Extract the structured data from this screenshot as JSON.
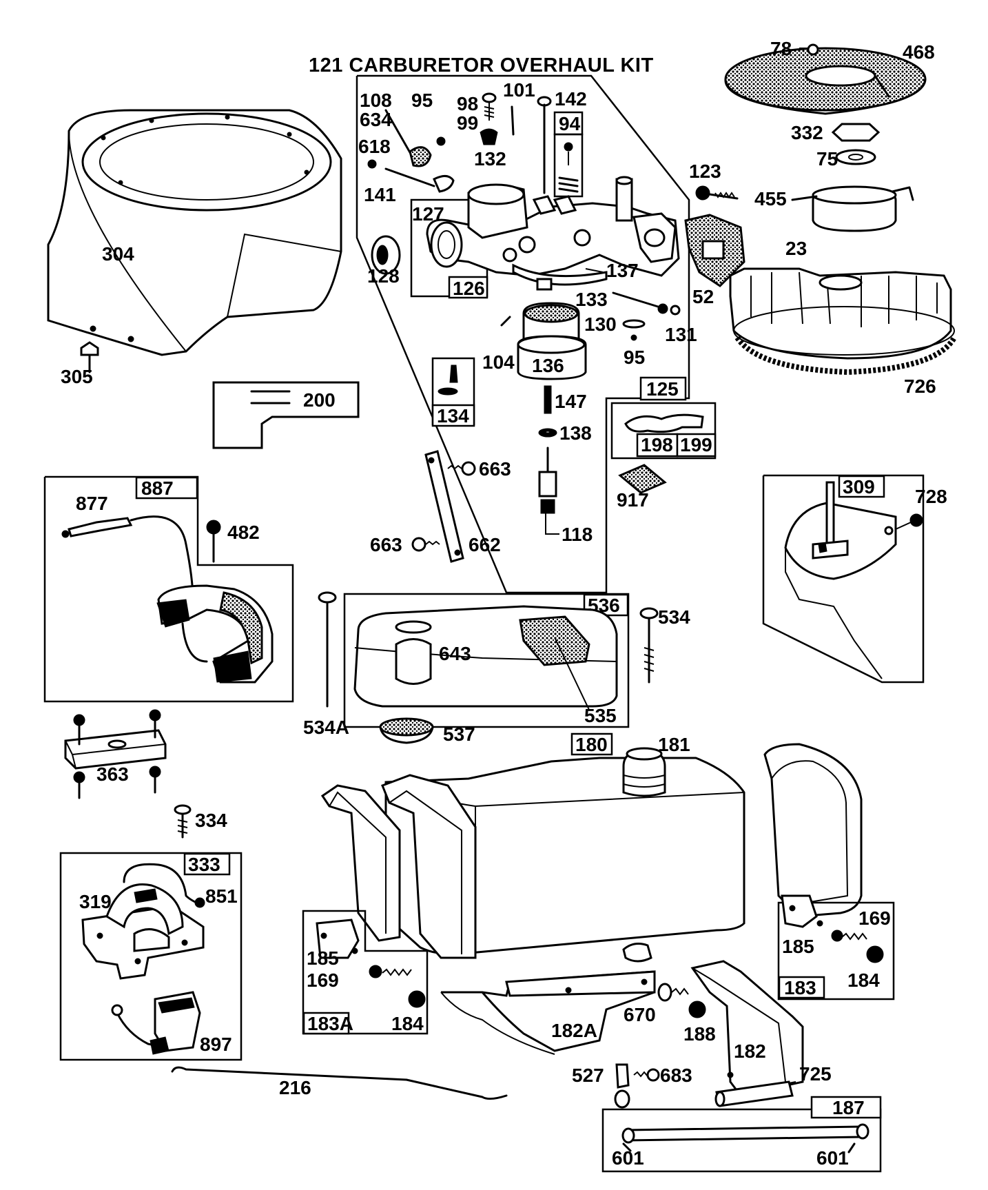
{
  "title": "121 CARBURETOR OVERHAUL KIT",
  "labels": {
    "l78": "78",
    "l468": "468",
    "l332": "332",
    "l75": "75",
    "l123": "123",
    "l455": "455",
    "l23": "23",
    "l52": "52",
    "l726": "726",
    "l304": "304",
    "l305": "305",
    "l200": "200",
    "l108": "108",
    "l634": "634",
    "l95a": "95",
    "l98": "98",
    "l99": "99",
    "l101": "101",
    "l142": "142",
    "l94": "94",
    "l618": "618",
    "l132": "132",
    "l141": "141",
    "l127": "127",
    "l128": "128",
    "l126": "126",
    "l137": "137",
    "l133": "133",
    "l130": "130",
    "l131": "131",
    "l95b": "95",
    "l104": "104",
    "l136": "136",
    "l125": "125",
    "l134": "134",
    "l147": "147",
    "l138": "138",
    "l198": "198",
    "l199": "199",
    "l917": "917",
    "l663a": "663",
    "l663b": "663",
    "l662": "662",
    "l118": "118",
    "l887": "887",
    "l877": "877",
    "l482": "482",
    "l309": "309",
    "l728": "728",
    "l536": "536",
    "l534": "534",
    "l643": "643",
    "l535": "535",
    "l534A": "534A",
    "l537": "537",
    "l363": "363",
    "l180": "180",
    "l181": "181",
    "l334": "334",
    "l333": "333",
    "l319": "319",
    "l851": "851",
    "l897": "897",
    "l216": "216",
    "l185a": "185",
    "l169a": "169",
    "l183A": "183A",
    "l184a": "184",
    "l182A": "182A",
    "l670": "670",
    "l188": "188",
    "l185b": "185",
    "l169b": "169",
    "l183": "183",
    "l184b": "184",
    "l182": "182",
    "l527": "527",
    "l683": "683",
    "l725": "725",
    "l187": "187",
    "l601a": "601",
    "l601b": "601"
  }
}
